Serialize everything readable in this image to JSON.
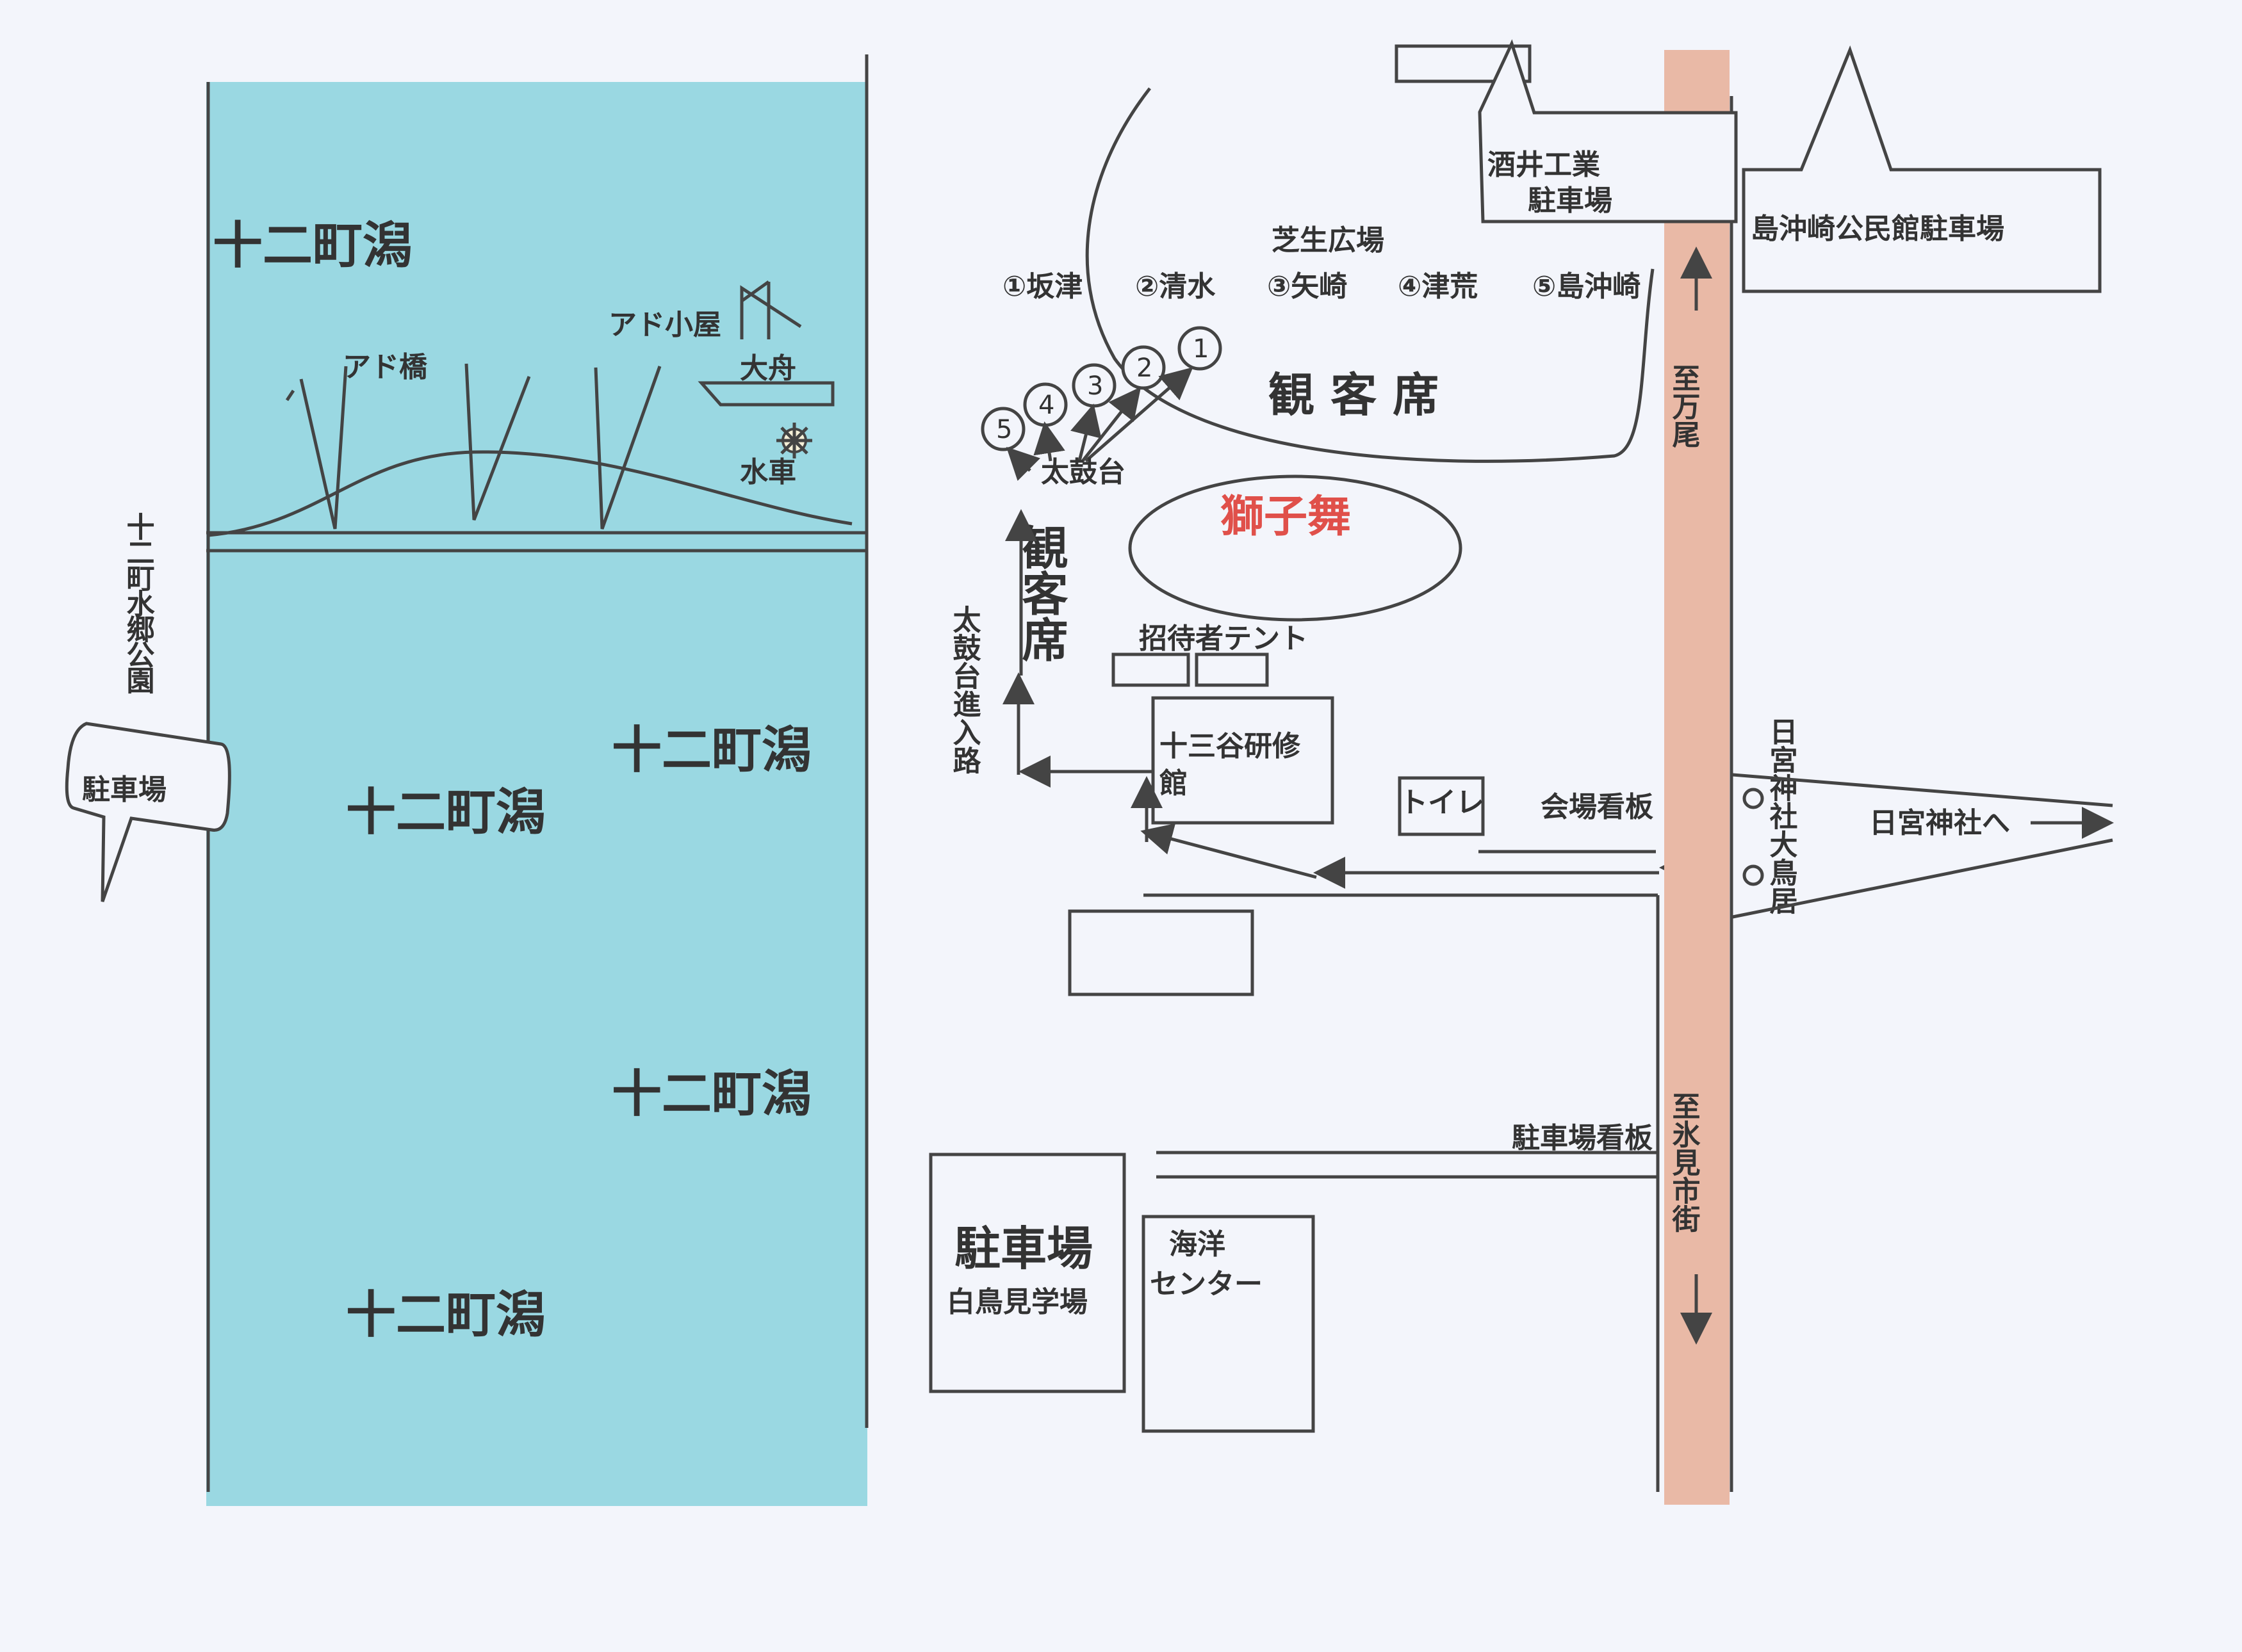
{
  "colors": {
    "lake": "#9ad8e2",
    "road": "#e9b9a6",
    "lion_text": "#e0504a",
    "paper": "#f3f5fb"
  },
  "lake": {
    "label_top": "十二町潟",
    "label_mid_right": "十二町潟",
    "label_mid_left": "十二町潟",
    "label_low_right": "十二町潟",
    "label_bottom": "十二町潟",
    "ado_bridge": "アド橋",
    "ado_hut": "アド小屋",
    "big_boat": "大舟",
    "waterwheel": "水車"
  },
  "left": {
    "park": "十二町水郷公園",
    "parking": "駐車場"
  },
  "venue": {
    "lawn": "芝生広場",
    "seat_top": "観 客 席",
    "seat_left": "観客席",
    "lion_dance": "獅子舞",
    "drum_stand": "太鼓台",
    "drum_route": "太鼓台進入路",
    "guest_tent": "招待者テント",
    "hall": "十三谷研修館",
    "toilet": "トイレ",
    "venue_sign": "会場看板",
    "parking_sign": "駐車場看板",
    "groups": [
      "①坂津",
      "②清水",
      "③矢崎",
      "④津荒",
      "⑤島沖崎"
    ],
    "drum_numbers": [
      "1",
      "2",
      "3",
      "4",
      "5"
    ]
  },
  "top": {
    "sakai_parking_line1": "酒井工業",
    "sakai_parking_line2": "駐車場",
    "shimaokizaki_parking": "島沖崎公民館駐車場"
  },
  "road": {
    "to_mannou": "至万尾",
    "to_himi": "至氷見市街"
  },
  "shrine": {
    "torii": "日宮神社大鳥居",
    "to_shrine": "日宮神社へ"
  },
  "bottom": {
    "parking": "駐車場",
    "swan_viewing": "白鳥見学場",
    "marine_line1": "海洋",
    "marine_line2": "センター"
  }
}
